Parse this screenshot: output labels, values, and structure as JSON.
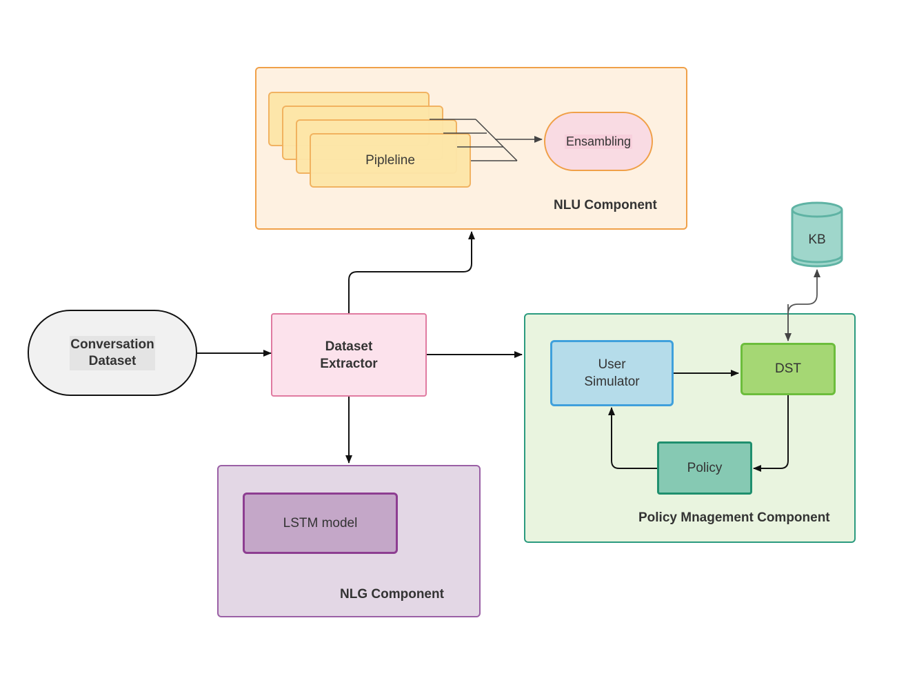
{
  "nlu": {
    "pipeline_label": "Pipleline",
    "ensembling_label": "Ensambling",
    "component_label": "NLU Component"
  },
  "kb": {
    "label": "KB"
  },
  "conversation": {
    "line1": "Conversation",
    "line2": "Dataset"
  },
  "extractor": {
    "line1": "Dataset",
    "line2": "Extractor"
  },
  "policy_management": {
    "user_simulator_line1": "User",
    "user_simulator_line2": "Simulator",
    "dst_label": "DST",
    "policy_label": "Policy",
    "component_label": "Policy Mnagement Component"
  },
  "nlg": {
    "lstm_label": "LSTM model",
    "component_label": "NLG Component"
  },
  "colors": {
    "nlu_fill": "#fef1e1",
    "nlu_border": "#f0a048",
    "pipeline_fill": "#fde6a8",
    "ensembling_fill": "#f9dbe3",
    "extractor_fill": "#fce2ec",
    "extractor_border": "#e07aa0",
    "policy_fill": "#e9f4df",
    "policy_border": "#2a9a7e",
    "user_sim_fill": "#b5dcea",
    "dst_fill": "#a5d774",
    "policy_box_fill": "#86c9b3",
    "nlg_fill": "#e3d7e5",
    "lstm_fill": "#c4a7c8",
    "kb_fill": "#9fd6cb"
  }
}
